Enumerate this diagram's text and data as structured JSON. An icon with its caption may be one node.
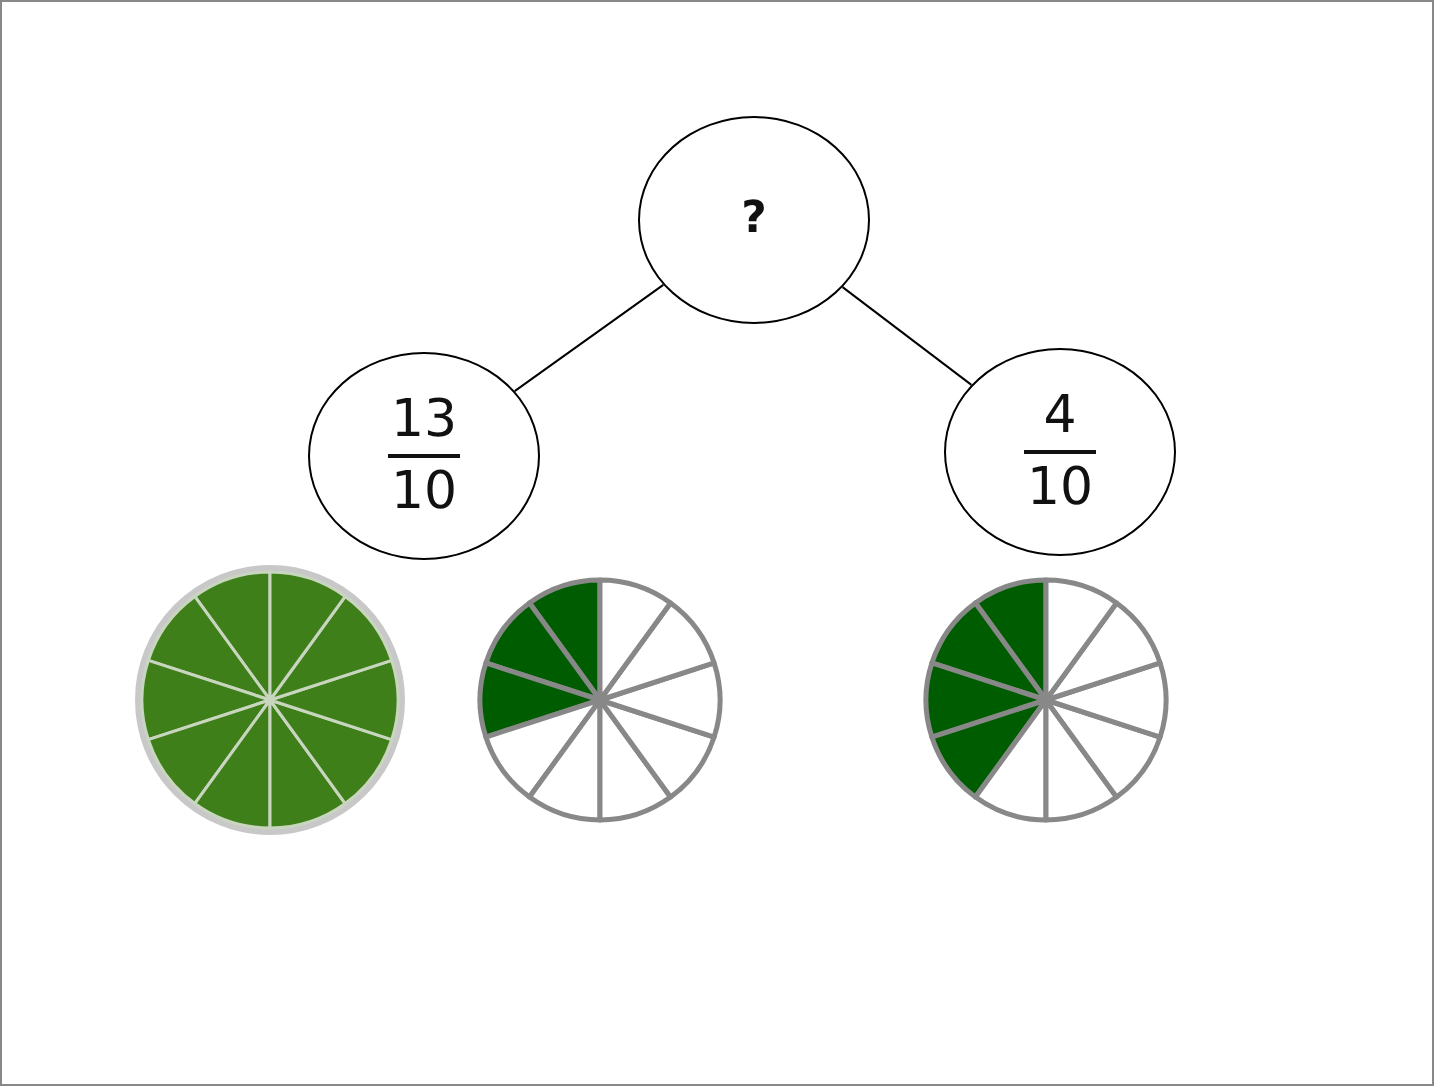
{
  "diagram": {
    "nodes": [
      {
        "text": [
          "?"
        ]
      },
      {
        "text": [
          "13",
          "10"
        ]
      },
      {
        "text": [
          "4",
          "10"
        ]
      }
    ],
    "edges": [
      {
        "from": 0,
        "to": 1,
        "arrow": "none"
      },
      {
        "from": 0,
        "to": 2,
        "arrow": "none"
      }
    ]
  }
}
